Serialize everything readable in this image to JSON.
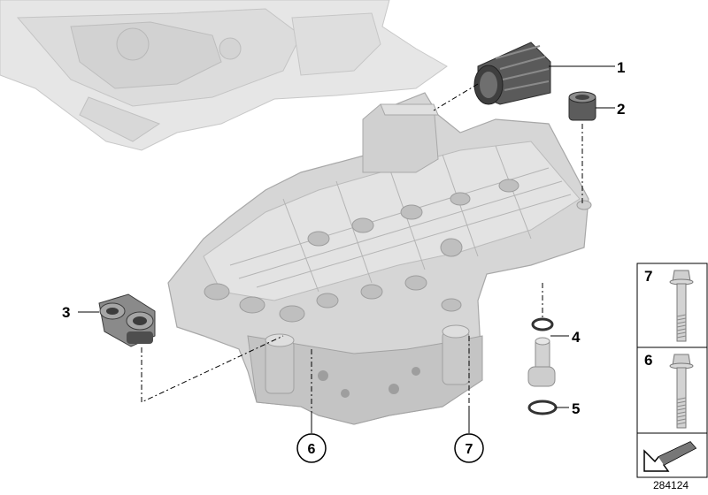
{
  "diagram": {
    "reference_number": "284124",
    "callouts": {
      "item_1": "1",
      "item_2": "2",
      "item_3": "3",
      "item_4": "4",
      "item_5": "5",
      "item_6": "6",
      "item_7": "7"
    },
    "legend": {
      "bolt_7_label": "7",
      "bolt_6_label": "6"
    },
    "colors": {
      "part_fill": "#d6d6d6",
      "part_shade": "#b9b9b9",
      "part_light": "#ececec",
      "housing_fill": "#e4e4e4",
      "line": "#000000",
      "seal_dark": "#4a4a4a"
    }
  }
}
